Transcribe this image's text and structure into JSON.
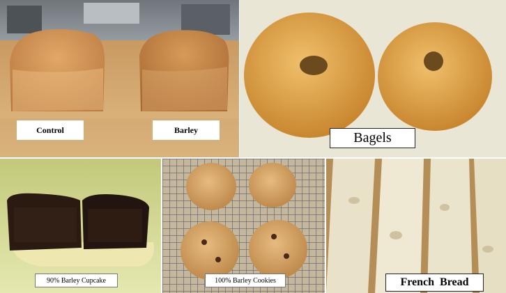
{
  "panels": [
    {
      "id": "loaves",
      "captions": [
        "Control",
        "Barley"
      ]
    },
    {
      "id": "bagels",
      "captions": [
        "Bagels"
      ]
    },
    {
      "id": "cupcake",
      "captions": [
        "90% Barley Cupcake"
      ]
    },
    {
      "id": "cookies",
      "captions": [
        "100% Barley Cookies"
      ]
    },
    {
      "id": "french-bread",
      "captions": [
        "French  Bread"
      ]
    }
  ],
  "colors": {
    "crust": "#c8894a",
    "crumb": "#e6c58a",
    "bagel": "#d9a04a",
    "chocolate": "#2a1a12",
    "cookie": "#d6a468",
    "bread_crumb": "#ece5d0",
    "rack": "#8a8a8a",
    "countertop": "#d8b07a"
  }
}
